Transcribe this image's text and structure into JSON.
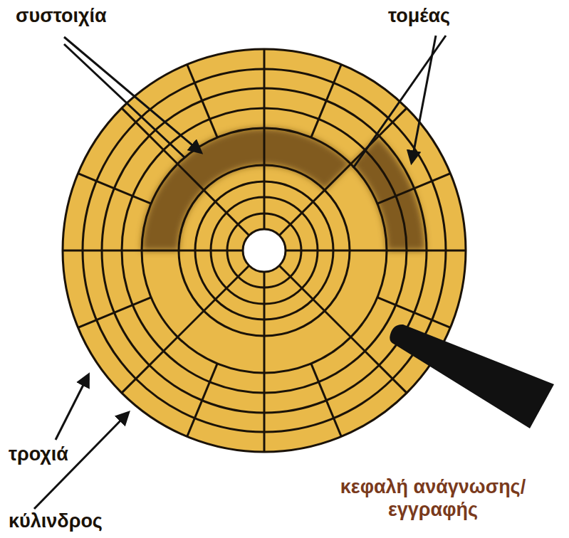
{
  "diagram": {
    "labels": [
      "συστοιχία",
      "τομέας",
      "τροχιά",
      "κύλινδρος",
      "κεφαλή ανάγνωσης/εγγραφής"
    ]
  }
}
